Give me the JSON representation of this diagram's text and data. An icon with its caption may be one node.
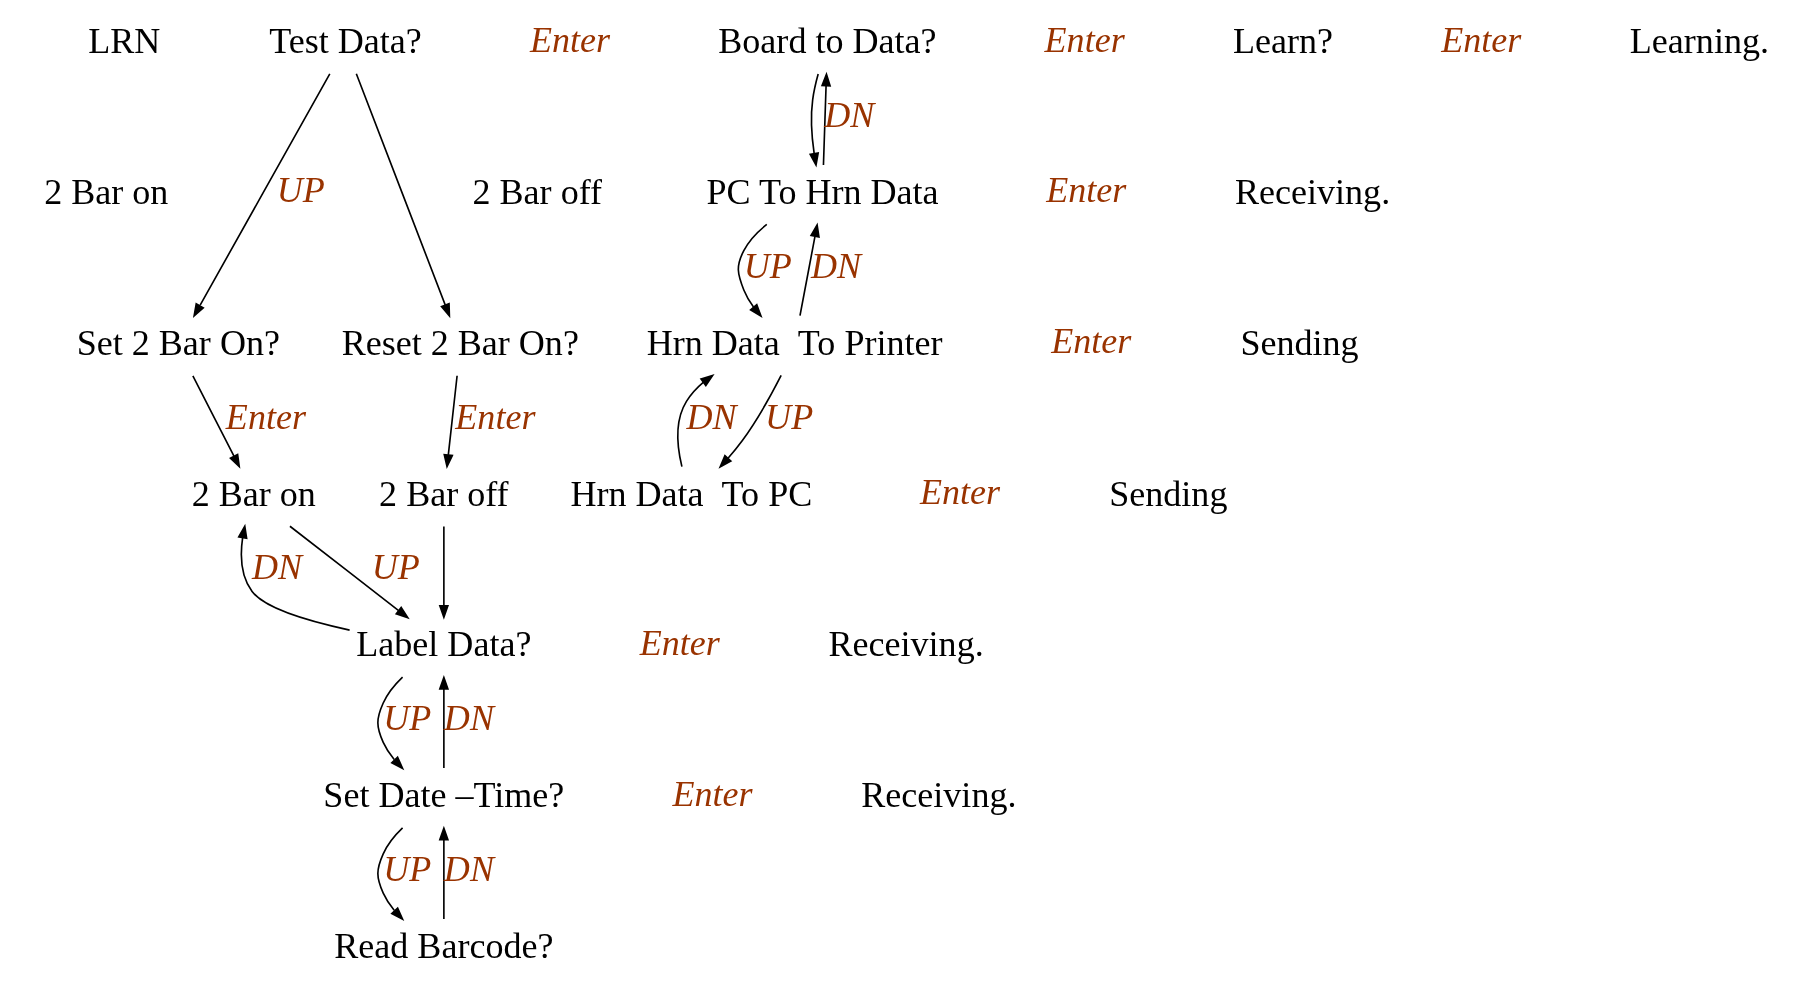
{
  "diagram": {
    "nodes": [
      {
        "text": [
          "Test Data?"
        ]
      },
      {
        "text": [
          "Board to Data?"
        ]
      },
      {
        "text": [
          "Learn?"
        ]
      },
      {
        "text": [
          "Learning."
        ]
      },
      {
        "text": [
          "Set 2 Bar On?"
        ]
      },
      {
        "text": [
          "Reset 2 Bar On?"
        ]
      },
      {
        "text": [
          "2 Bar on"
        ]
      },
      {
        "text": [
          "2 Bar off"
        ]
      },
      {
        "text": [
          "PC To Hrn Data"
        ]
      },
      {
        "text": [
          "Receiving."
        ]
      },
      {
        "text": [
          "Hrn Data  To Printer"
        ]
      },
      {
        "text": [
          "Sending"
        ]
      },
      {
        "text": [
          "Hrn Data  To PC"
        ]
      },
      {
        "text": [
          "Sending"
        ]
      },
      {
        "text": [
          "Label Data?"
        ]
      },
      {
        "text": [
          "Receiving."
        ]
      },
      {
        "text": [
          "Set Date –Time?"
        ]
      },
      {
        "text": [
          "Receiving."
        ]
      },
      {
        "text": [
          "Read Barcode?"
        ]
      }
    ],
    "edges": [
      {
        "from": 0,
        "to": 4,
        "arrow": "to",
        "label": "UP"
      },
      {
        "from": 0,
        "to": 5,
        "arrow": "to"
      },
      {
        "from": 1,
        "to": 8,
        "arrow": "to"
      },
      {
        "from": 8,
        "to": 1,
        "arrow": "to",
        "label": "DN"
      },
      {
        "from": 4,
        "to": 6,
        "arrow": "to",
        "label": "Enter"
      },
      {
        "from": 5,
        "to": 7,
        "arrow": "to",
        "label": "Enter"
      },
      {
        "from": 10,
        "to": 8,
        "arrow": "to",
        "label": "DN"
      },
      {
        "from": 8,
        "to": 10,
        "arrow": "to",
        "label": "UP"
      },
      {
        "from": 12,
        "to": 10,
        "arrow": "to",
        "label": "DN"
      },
      {
        "from": 10,
        "to": 12,
        "arrow": "to",
        "label": "UP"
      },
      {
        "from": 14,
        "to": 6,
        "arrow": "to",
        "label": "DN"
      },
      {
        "from": 6,
        "to": 14,
        "arrow": "to",
        "label": "UP"
      },
      {
        "from": 7,
        "to": 14,
        "arrow": "to"
      },
      {
        "from": 16,
        "to": 14,
        "arrow": "to",
        "label": "DN"
      },
      {
        "from": 14,
        "to": 16,
        "arrow": "to",
        "label": "UP"
      },
      {
        "from": 18,
        "to": 16,
        "arrow": "to",
        "label": "DN"
      },
      {
        "from": 16,
        "to": 18,
        "arrow": "to",
        "label": "UP"
      }
    ],
    "labels": [
      "LRN",
      "Enter",
      "Enter",
      "Enter",
      "2 Bar on",
      "2 Bar off",
      "Enter",
      "Enter",
      "Enter",
      "Enter",
      "Enter"
    ]
  }
}
